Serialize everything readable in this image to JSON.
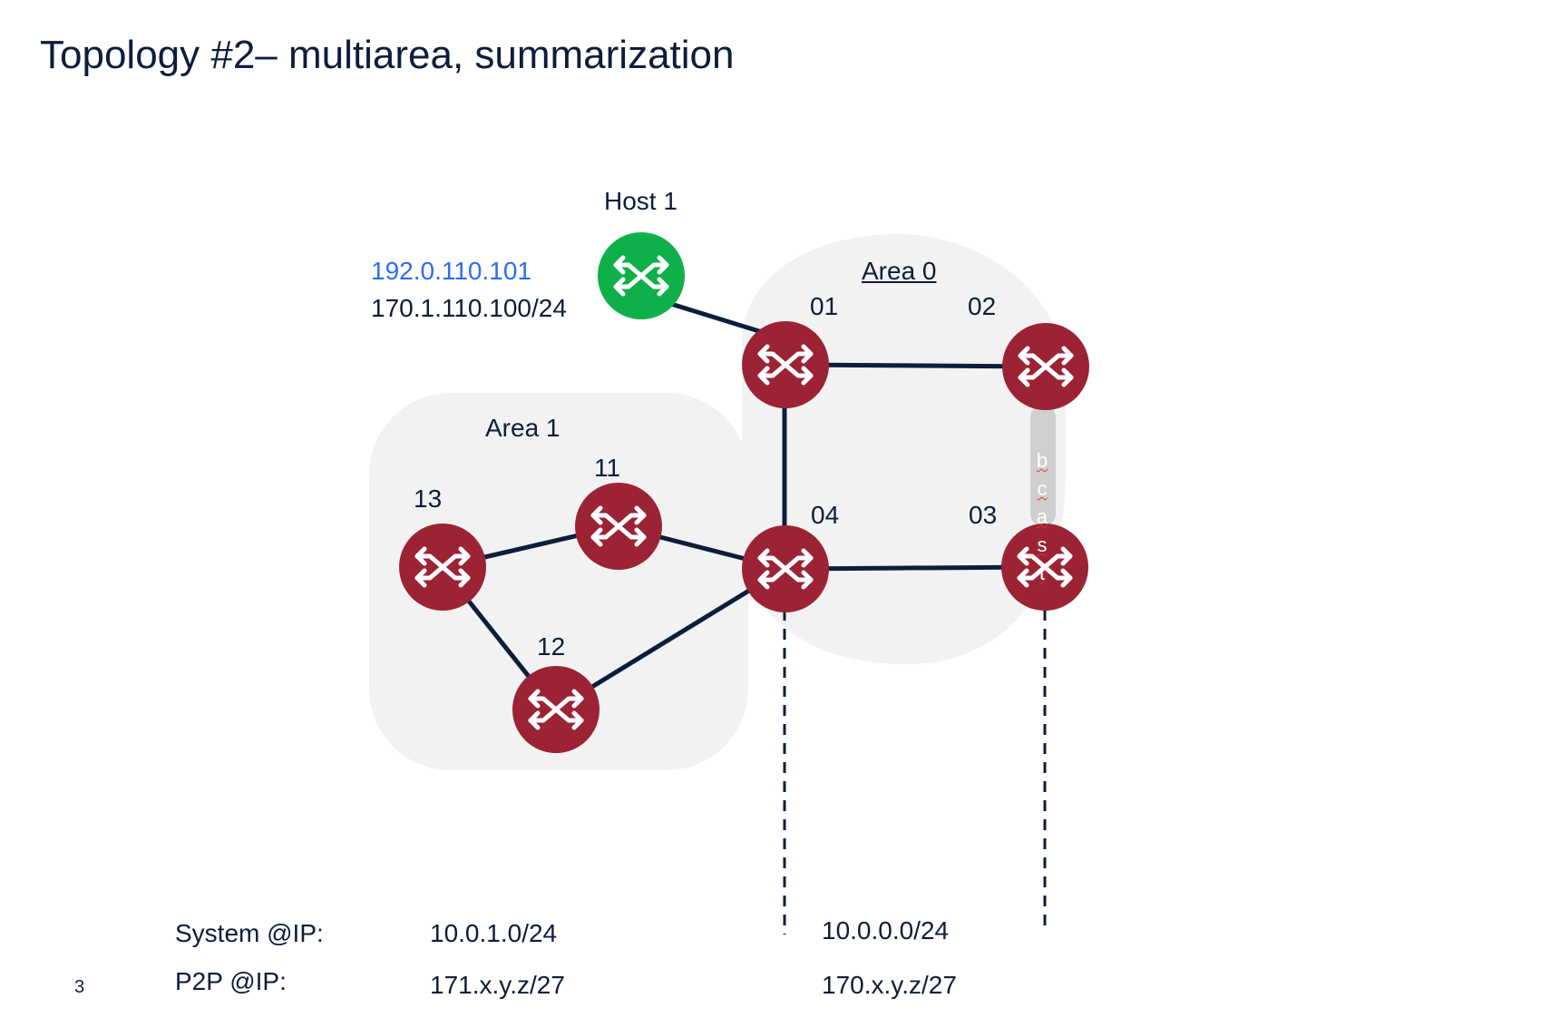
{
  "title": "Topology #2– multiarea, summarization",
  "page_number": "3",
  "host": {
    "label": "Host 1",
    "ip_blue": "192.0.110.101",
    "ip_subnet": "170.1.110.100/24"
  },
  "areas": {
    "area0": "Area 0",
    "area1": "Area 1"
  },
  "routers": {
    "r01": "01",
    "r02": "02",
    "r03": "03",
    "r04": "04",
    "r11": "11",
    "r12": "12",
    "r13": "13"
  },
  "broadcast_letters": [
    "b",
    "c",
    "a",
    "s",
    "t"
  ],
  "addressing": {
    "system_label": "System @IP:",
    "p2p_label": "P2P @IP:",
    "area1_system": "10.0.1.0/24",
    "area1_p2p": "171.x.y.z/27",
    "area0_system": "10.0.0.0/24",
    "area0_p2p": "170.x.y.z/27"
  },
  "colors": {
    "router": "#9b2335",
    "host": "#0fb04a",
    "area_fill": "#f2f2f2",
    "link": "#0d1d3b",
    "text": "#0d1d3b",
    "ip_blue": "#2e6cf0"
  }
}
